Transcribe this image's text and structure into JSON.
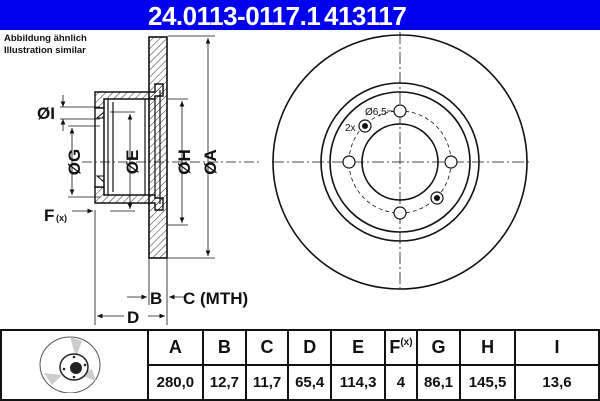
{
  "header": {
    "part_number": "24.0113-0117.1",
    "reference_number": "413117",
    "background_color": "#0000ee"
  },
  "note": {
    "line1": "Abbildung ähnlich",
    "line2": "Illustration similar"
  },
  "side_view_labels": {
    "I": "ØI",
    "G": "ØG",
    "E": "ØE",
    "H": "ØH",
    "A": "ØA",
    "F": "F",
    "F_sub": "(x)",
    "B": "B",
    "C": "C (MTH)",
    "D": "D"
  },
  "front_view_labels": {
    "hole_diameter": "Ø6,5",
    "hole_count": "2x"
  },
  "table": {
    "headers": [
      "A",
      "B",
      "C",
      "D",
      "E",
      "F",
      "G",
      "H",
      "I"
    ],
    "f_suffix": "(x)",
    "values": [
      "280,0",
      "12,7",
      "11,7",
      "65,4",
      "114,3",
      "4",
      "86,1",
      "145,5",
      "13,6"
    ]
  }
}
